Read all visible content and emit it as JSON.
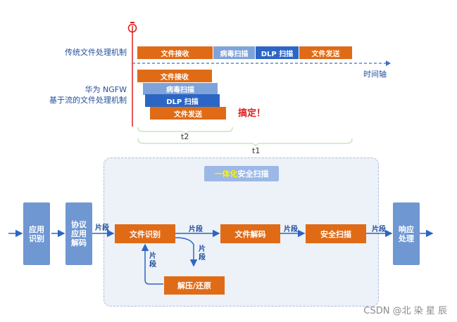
{
  "timeline": {
    "traditional_label": "传统文件处理机制",
    "ngfw_label_line1": "华为 NGFW",
    "ngfw_label_line2": "基于流的文件处理机制",
    "axis_label": "时间轴",
    "serial_steps": [
      "文件接收",
      "病毒扫描",
      "DLP 扫描",
      "文件发送"
    ],
    "parallel_steps": [
      "文件接收",
      "病毒扫描",
      "DLP 扫描",
      "文件发送"
    ],
    "done_text": "搞定！",
    "t1_label": "t1",
    "t2_label": "t2",
    "colors": {
      "orange": "#e06b16",
      "light_blue": "#7ea3da",
      "dark_blue": "#2c66c4",
      "axis": "#3a6fc9",
      "done": "#e02020"
    }
  },
  "flow": {
    "title_highlight": "一体化",
    "title_rest": "安全扫描",
    "app_identify": "应用识别",
    "protocol_decode": "协议应用解码",
    "file_identify": "文件识别",
    "file_decode": "文件解码",
    "security_scan": "安全扫描",
    "decompress": "解压/还原",
    "response": "响应处理",
    "segment_label": "片段",
    "colors": {
      "side_box": "#6f97d2",
      "flow_box": "#e06b16",
      "panel_bg": "#edf1f8",
      "arrow": "#2c66c4"
    }
  },
  "watermark": "CSDN @北 染 星 辰"
}
